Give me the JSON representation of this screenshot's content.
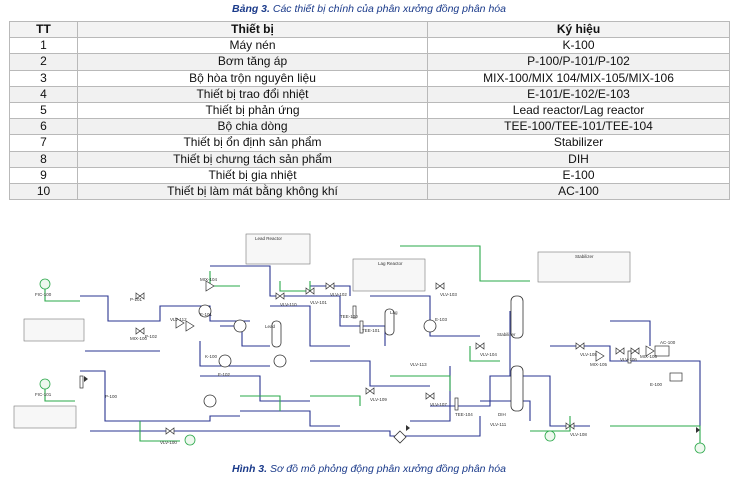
{
  "table_caption": {
    "prefix": "Bảng 3.",
    "text": " Các thiết bị chính của phân xưởng đồng phân hóa"
  },
  "table": {
    "headers": [
      "TT",
      "Thiết bị",
      "Ký hiệu"
    ],
    "rows": [
      [
        "1",
        "Máy nén",
        "K-100"
      ],
      [
        "2",
        "Bơm tăng áp",
        "P-100/P-101/P-102"
      ],
      [
        "3",
        "Bộ hòa trộn nguyên liệu",
        "MIX-100/MIX 104/MIX-105/MIX-106"
      ],
      [
        "4",
        "Thiết bị trao đổi nhiệt",
        "E-101/E-102/E-103"
      ],
      [
        "5",
        "Thiết bị phản ứng",
        "Lead reactor/Lag reactor"
      ],
      [
        "6",
        "Bộ chia dòng",
        "TEE-100/TEE-101/TEE-104"
      ],
      [
        "7",
        "Thiết bị ổn định sản phẩm",
        "Stabilizer"
      ],
      [
        "8",
        "Thiết bị chưng tách sản phẩm",
        "DIH"
      ],
      [
        "9",
        "Thiết bị gia nhiệt",
        "E-100"
      ],
      [
        "10",
        "Thiết bị làm mát bằng không khí",
        "AC-100"
      ]
    ]
  },
  "figure_caption": {
    "prefix": "Hình 3.",
    "text": " Sơ đồ mô phỏng động phân xưởng đồng phân hóa"
  },
  "colors": {
    "caption": "#1a3a8a",
    "stream": "#2a3590",
    "signal": "#2aa84a",
    "border": "#b9b9b9"
  },
  "diagram_labels": {
    "lead_reactor_box": "Lead Reactor",
    "lag_reactor_box": "Lag Reactor",
    "stabilizer_box": "Stabilizer",
    "tags": [
      "FIC-100",
      "FIC-101",
      "PIC-100",
      "K-100",
      "E-101",
      "E-102",
      "E-103",
      "E-100",
      "AC-100",
      "DIH",
      "Stabilizer",
      "Lead",
      "Lag",
      "MIX-100",
      "MIX-104",
      "MIX-105",
      "MIX-106",
      "TEE-100",
      "TEE-101",
      "TEE-104",
      "P-100",
      "P-101",
      "P-102",
      "VLV-100",
      "VLV-101",
      "VLV-102",
      "VLV-103",
      "VLV-104",
      "VLV-105",
      "VLV-106",
      "VLV-107",
      "VLV-108",
      "VLV-109",
      "VLV-110",
      "VLV-111",
      "VLV-112",
      "VLV-113"
    ]
  }
}
